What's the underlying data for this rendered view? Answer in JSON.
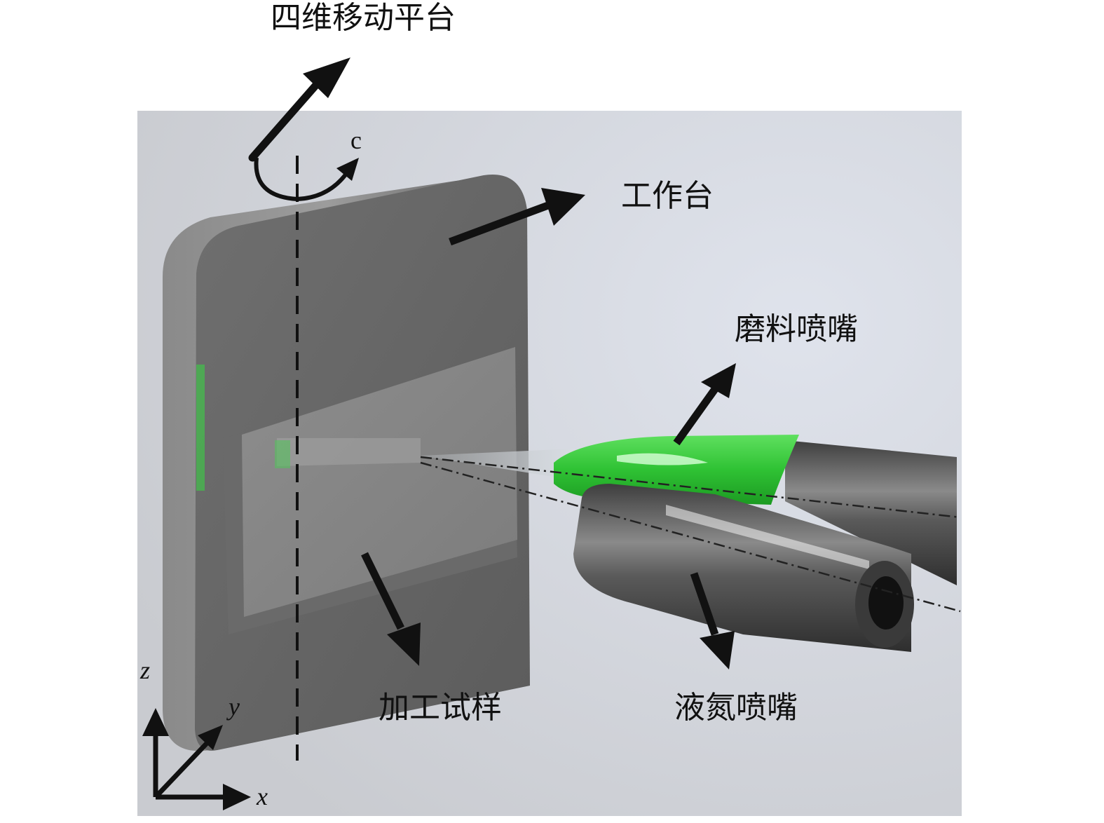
{
  "labels": {
    "platform": "四维移动平台",
    "worktable": "工作台",
    "abrasive_nozzle": "磨料喷嘴",
    "specimen": "加工试样",
    "ln2_nozzle": "液氮喷嘴",
    "rotation_axis": "c"
  },
  "axes": {
    "x": "x",
    "y": "y",
    "z": "z"
  },
  "colors": {
    "nozzle_green": "#33c83a",
    "plate": "#6a6a6a",
    "background": "#dde0e7"
  }
}
